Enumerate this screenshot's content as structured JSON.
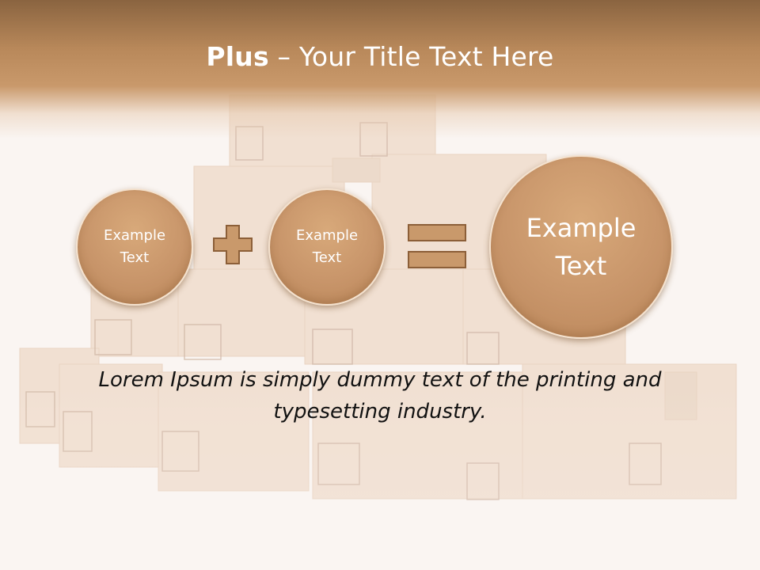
{
  "slide": {
    "title_bold": "Plus",
    "title_rest": " – Your Title Text Here",
    "circles": [
      {
        "label": "Example\nText"
      },
      {
        "label": "Example\nText"
      },
      {
        "label": "Example\nText"
      }
    ],
    "operators": [
      "plus-icon",
      "equals-icon"
    ],
    "body_text": "Lorem Ipsum is simply dummy text of the printing and typesetting industry."
  },
  "colors": {
    "title_band": "#b8885a",
    "circle_fill": "#c8956a",
    "operator": "#c9996b",
    "background": "#fbf6f2"
  }
}
